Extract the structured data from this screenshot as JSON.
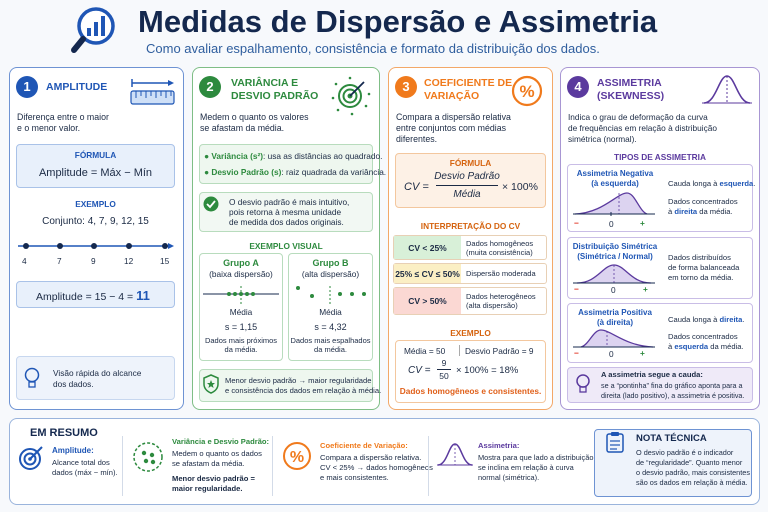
{
  "header": {
    "title": "Medidas de Dispersão e Assimetria",
    "subtitle": "Como avaliar espalhamento, consistência e formato da distribuição dos dados."
  },
  "amplitude": {
    "number": "1",
    "title": "AMPLITUDE",
    "desc1": "Diferença entre o maior",
    "desc2": "e o menor valor.",
    "formula_label": "FÓRMULA",
    "formula": "Amplitude = Máx − Mín",
    "example_label": "EXEMPLO",
    "dataset": "Conjunto: 4, 7, 9, 12, 15",
    "ticks": [
      "4",
      "7",
      "9",
      "12",
      "15"
    ],
    "result_prefix": "Amplitude = 15 − 4 =",
    "result_value": "11",
    "tip1": "Visão rápida do alcance",
    "tip2": "dos dados."
  },
  "variance": {
    "number": "2",
    "title1": "VARIÂNCIA E",
    "title2": "DESVIO PADRÃO",
    "desc1": "Medem o quanto os valores",
    "desc2": "se afastam da média.",
    "b1_term": "Variância (s²)",
    "b1_text": ": usa as distâncias ao quadrado.",
    "b2_term": "Desvio Padrão (s)",
    "b2_text": ": raiz quadrada da variância.",
    "note1": "O desvio padrão é mais intuitivo,",
    "note2": "pois retorna à mesma unidade",
    "note3": "de medida dos dados originais.",
    "visual_label": "EXEMPLO VISUAL",
    "gA_title": "Grupo A",
    "gA_sub": "(baixa dispersão)",
    "gA_mean": "Média",
    "gA_s": "s = 1,15",
    "gA_d1": "Dados mais próximos",
    "gA_d2": "da média.",
    "gB_title": "Grupo B",
    "gB_sub": "(alta dispersão)",
    "gB_mean": "Média",
    "gB_s": "s = 4,32",
    "gB_d1": "Dados mais espalhados",
    "gB_d2": "da média.",
    "foot1": "Menor desvio padrão →  maior regularidade",
    "foot2": "e consistência dos dados em relação à média."
  },
  "cv": {
    "number": "3",
    "title1": "COEFICIENTE DE",
    "title2": "VARIAÇÃO",
    "desc1": "Compara a dispersão relativa",
    "desc2": "entre conjuntos com médias",
    "desc3": "diferentes.",
    "formula_label": "FÓRMULA",
    "formula_lhs": "CV =",
    "formula_num": "Desvio Padrão",
    "formula_den": "Média",
    "formula_rhs": "× 100%",
    "interp_label": "INTERPRETAÇÃO DO CV",
    "rows": [
      {
        "k": "CV < 25%",
        "v1": "Dados homogêneos",
        "v2": "(muita consistência)"
      },
      {
        "k": "25% ≤ CV ≤ 50%",
        "v1": "Dispersão moderada",
        "v2": ""
      },
      {
        "k": "CV > 50%",
        "v1": "Dados heterogêneos",
        "v2": "(alta dispersão)"
      }
    ],
    "example_label": "EXEMPLO",
    "ex_media": "Média = 50",
    "ex_dp": "Desvio Padrão = 9",
    "ex_lhs": "CV =",
    "ex_num": "9",
    "ex_den": "50",
    "ex_rhs": "× 100% = 18%",
    "ex_concl": "Dados homogêneos e consistentes."
  },
  "skew": {
    "number": "4",
    "title1": "ASSIMETRIA",
    "title2": "(SKEWNESS)",
    "desc1": "Indica o grau de deformação da curva",
    "desc2": "de frequências em relação à distribuição",
    "desc3": "simétrica (normal).",
    "types_label": "TIPOS DE ASSIMETRIA",
    "neg_t1": "Assimetria Negativa",
    "neg_t2": "(à esquerda)",
    "neg_d1a": "Cauda longa à ",
    "neg_d1b": "esquerda",
    "neg_d1c": ".",
    "neg_d2": "Dados concentrados",
    "neg_d3a": "à ",
    "neg_d3b": "direita",
    "neg_d3c": " da média.",
    "sym_t1": "Distribuição Simétrica",
    "sym_t2": "(Simétrica / Normal)",
    "sym_d1": "Dados distribuídos",
    "sym_d2": "de forma balanceada",
    "sym_d3": "em torno da média.",
    "pos_t1": "Assimetria Positiva",
    "pos_t2": "(à direita)",
    "pos_d1a": "Cauda longa à ",
    "pos_d1b": "direita",
    "pos_d1c": ".",
    "pos_d2": "Dados concentrados",
    "pos_d3a": "à ",
    "pos_d3b": "esquerda",
    "pos_d3c": " da média.",
    "axis_minus": "−",
    "axis_zero": "0",
    "axis_plus": "+",
    "tip_title": "A assimetria segue a cauda:",
    "tip1": "se a “pontinha” fina do gráfico aponta para a",
    "tip2": "direita (lado positivo), a assimetria é positiva."
  },
  "summary": {
    "label": "EM RESUMO",
    "a_title": "Amplitude:",
    "a1": "Alcance total dos",
    "a2": "dados (máx − mín).",
    "v_title": "Variância e Desvio Padrão:",
    "v1": "Medem o quanto os dados",
    "v2": "se afastam da média.",
    "v3": "Menor desvio padrão =",
    "v4": "maior regularidade.",
    "c_title": "Coeficiente de Variação:",
    "c1": "Compara a dispersão relativa.",
    "c2": "CV < 25% → dados homogêneos",
    "c3": "e mais consistentes.",
    "s_title": "Assimetria:",
    "s1": "Mostra para que lado a distribuição",
    "s2": "se inclina em relação à curva",
    "s3": "normal (simétrica)."
  },
  "note": {
    "title": "NOTA TÉCNICA",
    "l1": "O desvio padrão é o indicador",
    "l2": "de “regularidade”. Quanto menor",
    "l3": "o desvio padrão, mais consistentes",
    "l4": "são os dados em relação à média."
  },
  "colors": {
    "blue": "#1f56b5",
    "green": "#2d8a3e",
    "orange": "#f07a1c",
    "purple": "#5b3a9e"
  }
}
